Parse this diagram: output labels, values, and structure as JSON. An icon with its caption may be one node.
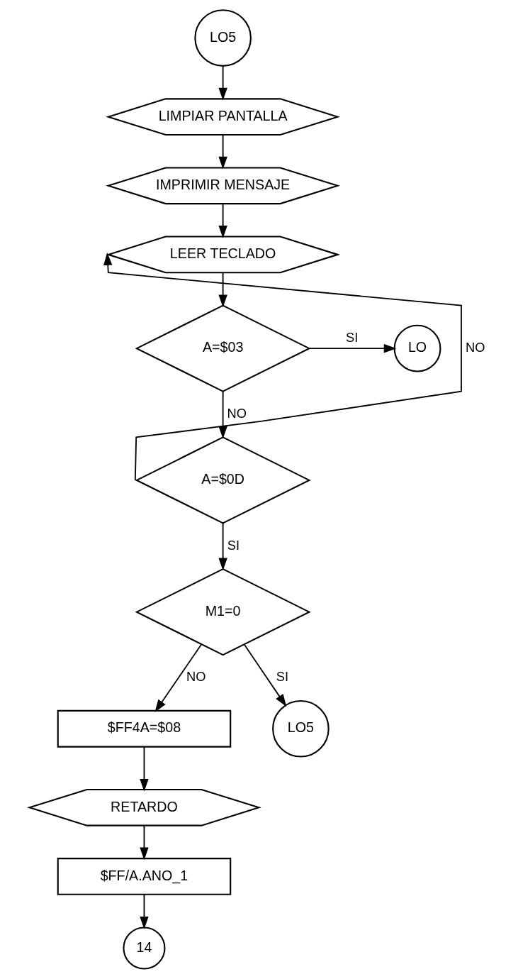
{
  "diagram": {
    "nodes": [
      {
        "text": [
          "LO5"
        ]
      },
      {
        "text": [
          "LIMPIAR PANTALLA"
        ]
      },
      {
        "text": [
          "IMPRIMIR MENSAJE"
        ]
      },
      {
        "text": [
          "LEER TECLADO"
        ]
      },
      {
        "text": [
          "A=$03"
        ]
      },
      {
        "text": [
          "LO"
        ]
      },
      {
        "text": [
          "A=$0D"
        ]
      },
      {
        "text": [
          "M1=0"
        ]
      },
      {
        "text": [
          "$FF4A=$08"
        ]
      },
      {
        "text": [
          "LO5"
        ]
      },
      {
        "text": [
          "RETARDO"
        ]
      },
      {
        "text": [
          "$FF/A.ANO_1"
        ]
      },
      {
        "text": [
          "14"
        ]
      }
    ],
    "edges": [
      {
        "from": 0,
        "to": 1,
        "arrow": "to"
      },
      {
        "from": 1,
        "to": 2,
        "arrow": "to"
      },
      {
        "from": 2,
        "to": 3,
        "arrow": "to"
      },
      {
        "from": 3,
        "to": 4,
        "arrow": "to"
      },
      {
        "from": 4,
        "to": 5,
        "arrow": "to",
        "label": "SI"
      },
      {
        "from": 4,
        "to": 6,
        "arrow": "to",
        "label": "NO"
      },
      {
        "from": 6,
        "to": 3,
        "arrow": "to",
        "label": "NO"
      },
      {
        "from": 6,
        "to": 7,
        "arrow": "to",
        "label": "SI"
      },
      {
        "from": 7,
        "to": 8,
        "arrow": "to",
        "label": "NO"
      },
      {
        "from": 7,
        "to": 9,
        "arrow": "to",
        "label": "SI"
      },
      {
        "from": 8,
        "to": 10,
        "arrow": "to"
      },
      {
        "from": 10,
        "to": 11,
        "arrow": "to"
      },
      {
        "from": 11,
        "to": 12,
        "arrow": "to"
      }
    ]
  }
}
